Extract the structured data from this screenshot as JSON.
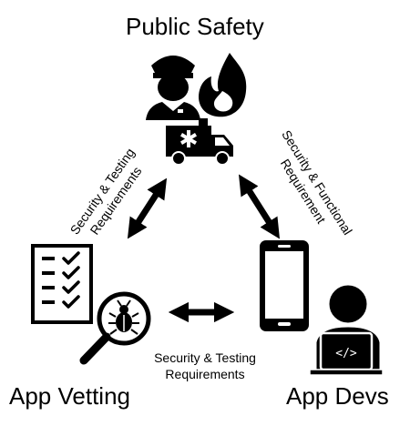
{
  "nodes": {
    "public_safety": "Public Safety",
    "app_vetting": "App Vetting",
    "app_devs": "App Devs"
  },
  "edges": {
    "left": [
      "Security & Testing",
      "Requirements"
    ],
    "right": [
      "Security & Functional",
      "Requirement"
    ],
    "bottom": [
      "Security & Testing",
      "Requirements"
    ]
  },
  "icons": {
    "top": [
      "police-officer-icon",
      "fire-icon",
      "ambulance-icon"
    ],
    "left": [
      "checklist-icon",
      "magnifier-bug-icon"
    ],
    "right": [
      "smartphone-icon",
      "developer-laptop-icon"
    ],
    "arrows": [
      "double-arrow-left-icon",
      "double-arrow-right-icon",
      "double-arrow-bottom-icon"
    ]
  },
  "colors": {
    "ink": "#000000",
    "paper": "#ffffff"
  }
}
